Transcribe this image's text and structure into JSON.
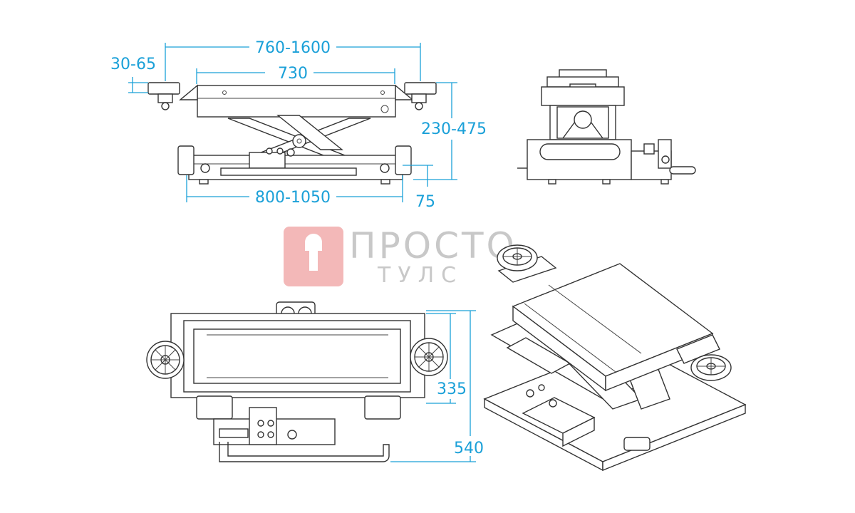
{
  "dimensions": {
    "top_offset": "30-65",
    "pad_span": "760-1600",
    "platform_length": "730",
    "height_range": "230-475",
    "base_length": "800-1050",
    "base_height": "75",
    "frame_width": "335",
    "overall_width": "540"
  },
  "watermark": {
    "line1": "ПРОСТО",
    "line2": "ТУЛС"
  },
  "colors": {
    "dimension": "#1aa0d8",
    "line": "#333333",
    "watermark_red": "#f3b8b8",
    "watermark_gray": "#c8c8c8"
  }
}
